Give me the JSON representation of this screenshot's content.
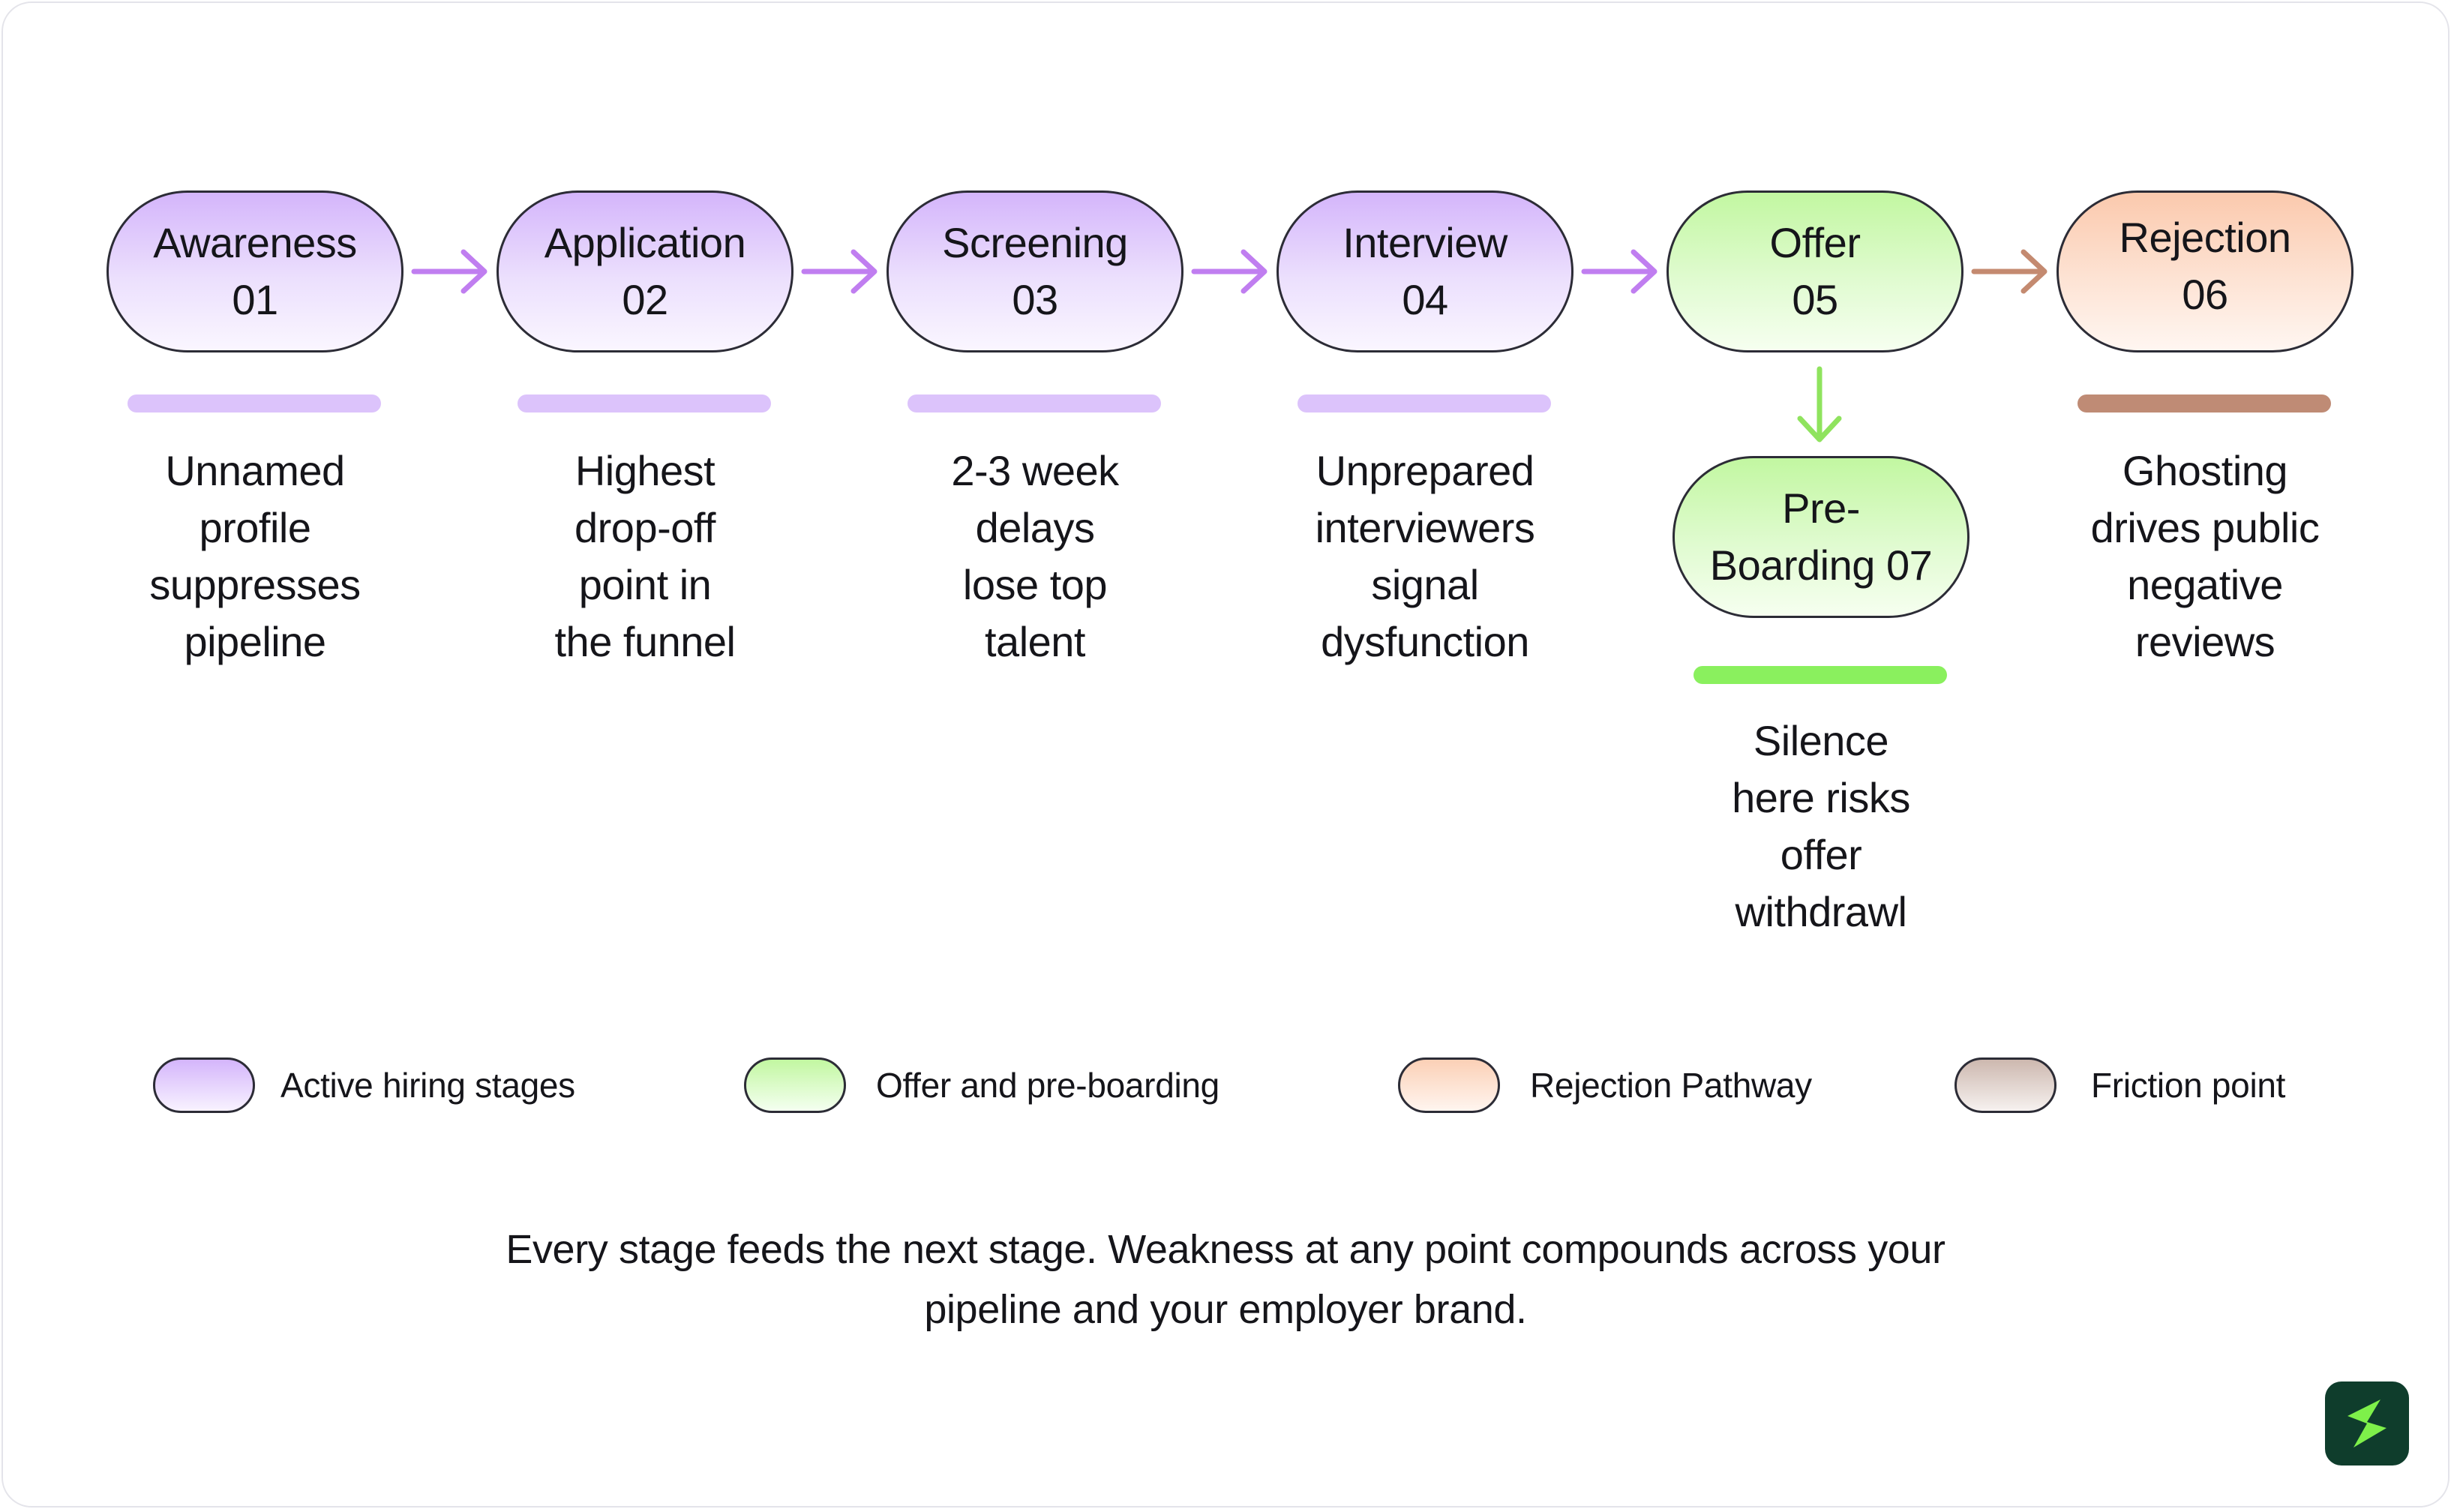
{
  "stages": [
    {
      "name": "Awareness",
      "number": "01",
      "description": [
        "Unnamed",
        "profile",
        "suppresses",
        "pipeline"
      ]
    },
    {
      "name": "Application",
      "number": "02",
      "description": [
        "Highest",
        "drop-off",
        "point in",
        "the funnel"
      ]
    },
    {
      "name": "Screening",
      "number": "03",
      "description": [
        "2-3 week",
        "delays",
        "lose top",
        "talent"
      ]
    },
    {
      "name": "Interview",
      "number": "04",
      "description": [
        "Unprepared",
        "interviewers",
        "signal",
        "dysfunction"
      ]
    },
    {
      "name": "Offer",
      "number": "05"
    },
    {
      "name": "Rejection",
      "number": "06",
      "description": [
        "Ghosting",
        "drives public",
        "negative",
        "reviews"
      ]
    },
    {
      "name": "Pre-",
      "number": "Boarding 07",
      "description": [
        "Silence",
        "here risks",
        "offer",
        "withdrawl"
      ]
    }
  ],
  "legend": [
    {
      "label": "Active hiring stages"
    },
    {
      "label": "Offer and pre-boarding"
    },
    {
      "label": "Rejection Pathway"
    },
    {
      "label": "Friction point"
    }
  ],
  "caption": {
    "line1": "Every stage feeds the next stage. Weakness at any point compounds across your",
    "line2": "pipeline and your employer brand."
  },
  "colors": {
    "active": "#d4b5fb",
    "offer": "#c2f7a1",
    "rejection": "#fbc9ad",
    "friction": "#bf8b75",
    "arrow_active": "#c07ef0",
    "arrow_offer": "#8fe35e",
    "arrow_rejection": "#c48a70",
    "logo_bg": "#0f3d2c",
    "logo_mark": "#7ef04a"
  },
  "icons": {
    "logo": "lightning-logo-icon"
  }
}
